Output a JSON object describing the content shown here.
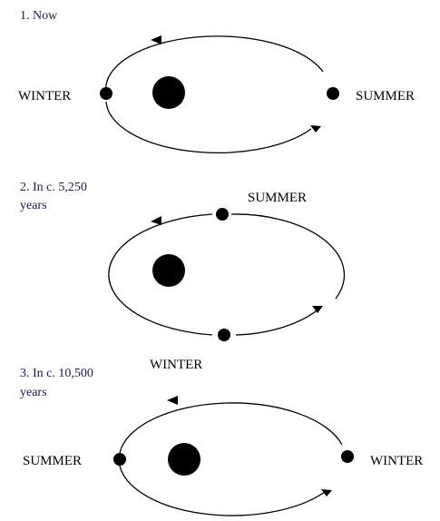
{
  "panels": [
    {
      "caption_lines": [
        "1. Now"
      ],
      "left_label": "WINTER",
      "right_label": "SUMMER"
    },
    {
      "caption_lines": [
        "2. In c. 5,250",
        "years"
      ],
      "top_label": "SUMMER",
      "bottom_label": "WINTER"
    },
    {
      "caption_lines": [
        "3. In c. 10,500",
        "years"
      ],
      "left_label": "SUMMER",
      "right_label": "WINTER"
    }
  ]
}
